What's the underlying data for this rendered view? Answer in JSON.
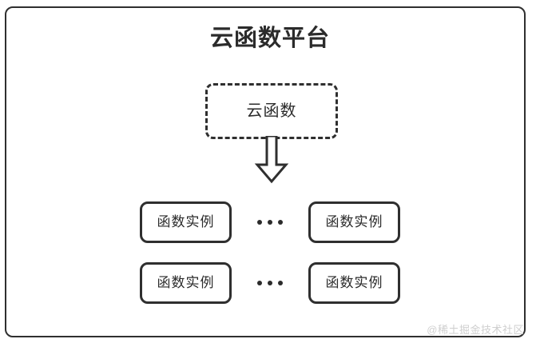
{
  "diagram": {
    "title": "云函数平台",
    "cloud_function": {
      "label": "云函数",
      "border_style": "dashed"
    },
    "arrow": {
      "icon": "arrow-down-block-icon",
      "direction": "down"
    },
    "instance_rows": [
      {
        "left_instance": "函数实例",
        "ellipsis": "•••",
        "right_instance": "函数实例"
      },
      {
        "left_instance": "函数实例",
        "ellipsis": "•••",
        "right_instance": "函数实例"
      }
    ],
    "watermark": "@稀土掘金技术社区",
    "colors": {
      "stroke": "#2f2f2f",
      "text": "#2b2b2b",
      "background": "#ffffff",
      "watermark": "#cfcfcf"
    }
  }
}
